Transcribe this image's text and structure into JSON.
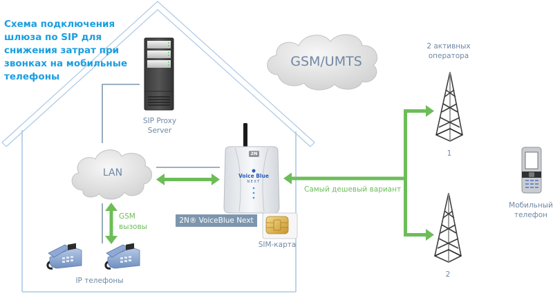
{
  "diagram": {
    "title": "Схема подключения шлюза по SIP для снижения затрат при звонках на мобильные телефоны",
    "colors": {
      "title": "#1a9ee0",
      "label": "#6f87a3",
      "green": "#6cbd58",
      "house_outline": "#a9c8e6",
      "connector": "#7d96ae"
    },
    "nodes": {
      "sip_proxy": {
        "label_line1": "SIP Proxy",
        "label_line2": "Server",
        "icon": "server-icon"
      },
      "lan": {
        "label": "LAN",
        "icon": "cloud-icon"
      },
      "gsm_cloud": {
        "label": "GSM/UMTS",
        "icon": "cloud-icon"
      },
      "gateway": {
        "tag": "2N® VoiceBlue Next",
        "brand_badge": "2N",
        "product_line1": "Voice Blue",
        "product_line2": "NEXT",
        "icon": "gateway-icon"
      },
      "sim": {
        "label": "SIM-карта",
        "icon": "sim-card-icon"
      },
      "ip_phones": {
        "label": "IP телефоны",
        "icon": "desk-phone-icon"
      },
      "operators": {
        "label_line1": "2 активных",
        "label_line2": "оператора"
      },
      "tower_1": {
        "label": "1",
        "icon": "cell-tower-icon"
      },
      "tower_2": {
        "label": "2",
        "icon": "cell-tower-icon"
      },
      "mobile": {
        "label_line1": "Мобильный",
        "label_line2": "телефон",
        "icon": "mobile-phone-icon"
      }
    },
    "edges": {
      "gsm_calls": {
        "label_line1": "GSM",
        "label_line2": "вызовы"
      },
      "cheapest": {
        "label": "Самый дешевый вариант"
      }
    }
  }
}
